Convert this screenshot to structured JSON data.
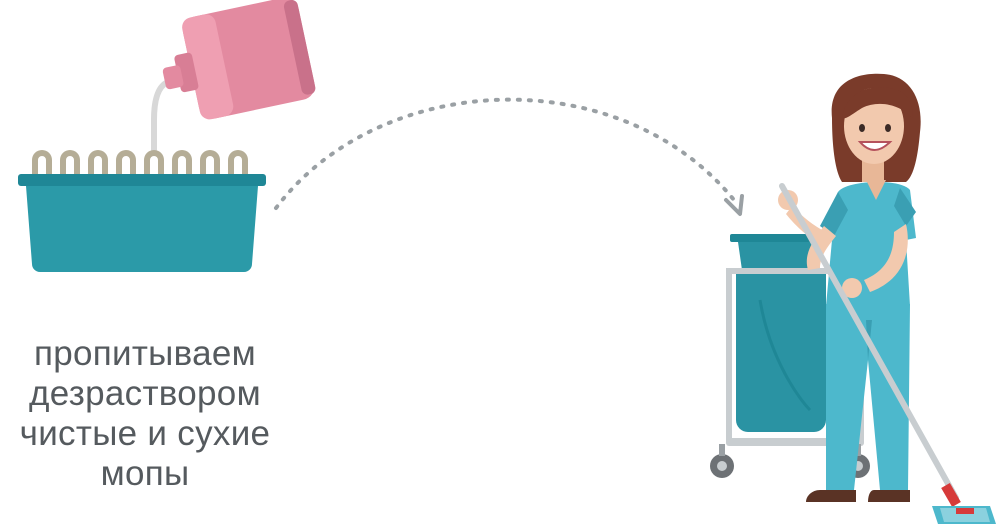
{
  "caption": {
    "lines": [
      "пропитываем",
      "дезраствором",
      "чистые и сухие",
      "мопы"
    ]
  },
  "colors": {
    "basin": "#2b9aa8",
    "basin_rim": "#1f8796",
    "mop_fringe": "#b5ad96",
    "bottle": "#e38aa0",
    "bottle_shade": "#c9718a",
    "liquid": "#d8d8d8",
    "uniform": "#4db8cc",
    "uniform_shade": "#3a9fb3",
    "hair": "#7a3b2a",
    "skin": "#f2c9ae",
    "bag": "#2a93a3",
    "cart_frame": "#c8cdd0",
    "caption_text": "#555a5e",
    "dots": "#9aa0a4"
  },
  "icons": [
    "bottle-icon",
    "basin-icon",
    "dotted-arrow-icon",
    "cleaner-woman-icon",
    "laundry-cart-icon",
    "mop-icon"
  ]
}
